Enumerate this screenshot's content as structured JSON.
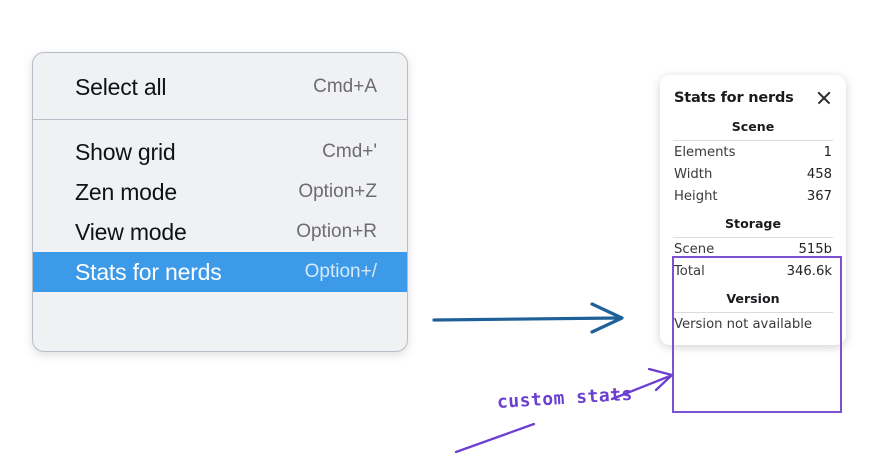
{
  "context_menu": {
    "groups": [
      {
        "items": [
          {
            "label": "Select all",
            "shortcut": "Cmd+A",
            "selected": false
          }
        ]
      },
      {
        "items": [
          {
            "label": "Show grid",
            "shortcut": "Cmd+'",
            "selected": false
          },
          {
            "label": "Zen mode",
            "shortcut": "Option+Z",
            "selected": false
          },
          {
            "label": "View mode",
            "shortcut": "Option+R",
            "selected": false
          },
          {
            "label": "Stats for nerds",
            "shortcut": "Option+/",
            "selected": true
          }
        ]
      }
    ]
  },
  "stats_panel": {
    "title": "Stats for nerds",
    "close_icon": "close-icon",
    "sections": [
      {
        "heading": "Scene",
        "rows": [
          {
            "key": "Elements",
            "value": "1"
          },
          {
            "key": "Width",
            "value": "458"
          },
          {
            "key": "Height",
            "value": "367"
          }
        ]
      },
      {
        "heading": "Storage",
        "rows": [
          {
            "key": "Scene",
            "value": "515b"
          },
          {
            "key": "Total",
            "value": "346.6k"
          }
        ]
      },
      {
        "heading": "Version",
        "text": "Version not available"
      }
    ]
  },
  "annotations": {
    "handwritten_label": "custom stats",
    "blue_arrow_color": "#1f6099",
    "purple_color": "#6b3fd0",
    "highlight_box_color": "#7b52d4"
  },
  "colors": {
    "menu_background": "#f0f1f3",
    "menu_border": "#b7bdc6",
    "menu_selected": "#3d9ae8",
    "menu_label": "#111213",
    "menu_shortcut": "#6d6d70",
    "panel_background": "#ffffff",
    "panel_rule": "#dcdce0"
  }
}
